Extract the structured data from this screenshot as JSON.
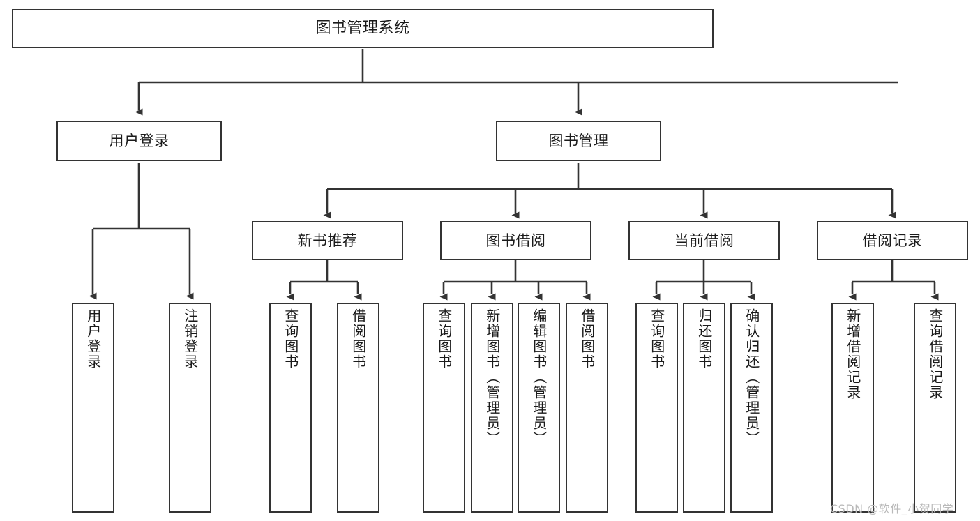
{
  "diagram": {
    "title": "图书管理系统",
    "type": "tree-hierarchy-chart",
    "watermark": "CSDN @软件_小贺同学",
    "colors": {
      "box_border": "#333333",
      "box_fill": "#ffffff",
      "edge": "#333333",
      "text": "#1a1a1a",
      "watermark": "#b9b9b9",
      "background": "#ffffff"
    },
    "root": {
      "label": "图书管理系统"
    },
    "level2": [
      {
        "id": "user-login",
        "label": "用户登录"
      },
      {
        "id": "book-management",
        "label": "图书管理"
      }
    ],
    "level3": [
      {
        "id": "new-book-recommend",
        "label": "新书推荐"
      },
      {
        "id": "book-borrow",
        "label": "图书借阅"
      },
      {
        "id": "current-borrow",
        "label": "当前借阅"
      },
      {
        "id": "borrow-record",
        "label": "借阅记录"
      }
    ],
    "leaves": {
      "user_login": [
        {
          "id": "leaf-user-login",
          "label": "用户登录"
        },
        {
          "id": "leaf-logout-login",
          "label": "注销登录"
        }
      ],
      "new_book_recommend": [
        {
          "id": "leaf-query-book-1",
          "label": "查询图书"
        },
        {
          "id": "leaf-borrow-book-1",
          "label": "借阅图书"
        }
      ],
      "book_borrow": [
        {
          "id": "leaf-query-book-2",
          "label": "查询图书"
        },
        {
          "id": "leaf-add-book",
          "label": "新增图书（管理员）"
        },
        {
          "id": "leaf-edit-book",
          "label": "编辑图书（管理员）"
        },
        {
          "id": "leaf-borrow-book-2",
          "label": "借阅图书"
        }
      ],
      "current_borrow": [
        {
          "id": "leaf-query-book-3",
          "label": "查询图书"
        },
        {
          "id": "leaf-return-book",
          "label": "归还图书"
        },
        {
          "id": "leaf-confirm-return",
          "label": "确认归还（管理员）"
        }
      ],
      "borrow_record": [
        {
          "id": "leaf-add-record",
          "label": "新增借阅记录"
        },
        {
          "id": "leaf-query-record",
          "label": "查询借阅记录"
        }
      ]
    }
  }
}
